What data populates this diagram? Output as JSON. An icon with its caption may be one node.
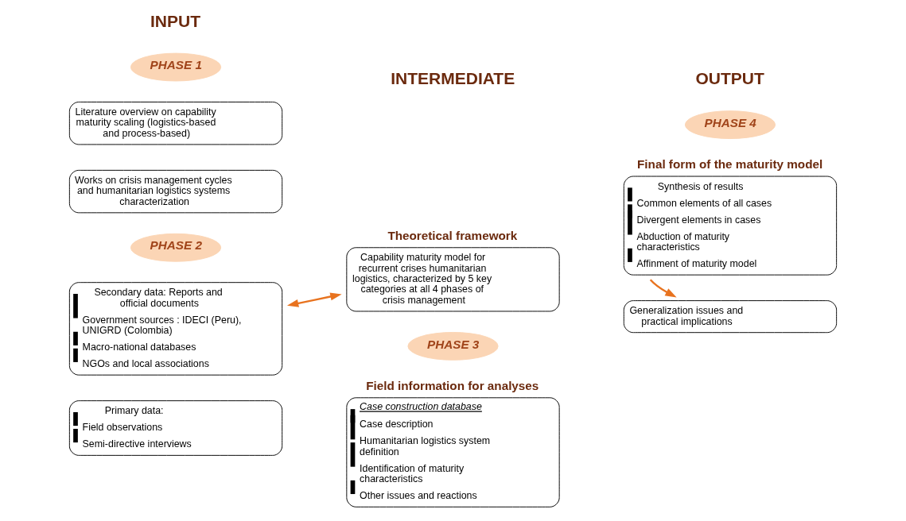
{
  "diagram": {
    "nodes": [
      {
        "text": [
          "Literature overview on capability maturity scaling (logistics-based and process-based)"
        ]
      },
      {
        "text": [
          "Works on crisis management cycles and humanitarian logistics systems characterization"
        ]
      },
      {
        "text": [
          "Secondary data: Reports and official documents",
          "Government sources : IDECI (Peru), UNIGRD (Colombia)",
          "Macro-national databases",
          "NGOs and local associations"
        ]
      },
      {
        "text": [
          "Primary data:",
          "Field observations",
          "Semi-directive interviews"
        ]
      },
      {
        "text": [
          "Theoretical framework",
          "Capability maturity model for recurrent crises humanitarian logistics, characterized by 5 key categories at all 4 phases of crisis management"
        ]
      },
      {
        "text": [
          "Field information for analyses",
          "Case construction database",
          "Case description",
          "Humanitarian logistics system definition",
          "Identification of maturity characteristics",
          "Other issues and reactions"
        ]
      },
      {
        "text": [
          "Final form of the maturity model",
          "Synthesis of results",
          "Common elements of all cases",
          "Divergent elements in cases",
          "Abduction of maturity characteristics",
          "Affinment of maturity model"
        ]
      },
      {
        "text": [
          "Generalization issues and practical implications"
        ]
      }
    ],
    "edges": [
      {
        "from": 2,
        "to": 4,
        "arrow": "both",
        "color": "#e8731f"
      },
      {
        "from": 6,
        "to": 7,
        "arrow": "to",
        "color": "#e8731f"
      }
    ],
    "labels": [
      "INPUT",
      "INTERMEDIATE",
      "OUTPUT",
      "PHASE 1",
      "PHASE 2",
      "PHASE 3",
      "PHASE 4"
    ]
  }
}
